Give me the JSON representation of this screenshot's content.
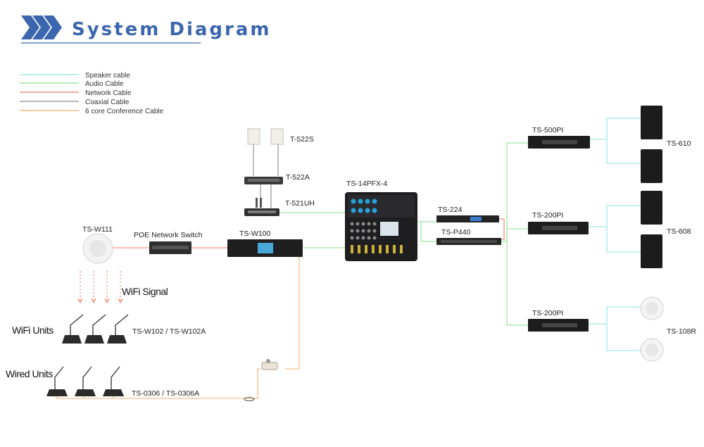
{
  "header": {
    "title": "System Diagram",
    "accent": "#3b66ad"
  },
  "legend": [
    {
      "label": "Speaker cable",
      "color": "#8fe3e3"
    },
    {
      "label": "Audio Cable",
      "color": "#8be08b"
    },
    {
      "label": "Network Cable",
      "color": "#ef7a6a"
    },
    {
      "label": "Coaxial Cable",
      "color": "#8a8a8a"
    },
    {
      "label": "6 core Conference Cable",
      "color": "#f5b070"
    }
  ],
  "devices": {
    "t522s": "T-522S",
    "t522a": "T-522A",
    "t521uh": "T-521UH",
    "ts14pfx": "TS-14PFX-4",
    "tsw111": "TS-W111",
    "poe": "POE Network Switch",
    "tsw100": "TS-W100",
    "ts224": "TS-224",
    "tsp440": "TS-P440",
    "ts500pi": "TS-500PI",
    "ts200pi_1": "TS-200PI",
    "ts200pi_2": "TS-200PI",
    "ts610": "TS-610",
    "ts608": "TS-608",
    "ts108r": "TS-108R",
    "wifi_signal": "WiFi Signal",
    "wifi_units": "WiFi Units",
    "wifi_units_model": "TS-W102 / TS-W102A",
    "wired_units": "Wired Units",
    "wired_units_model": "TS-0306 / TS-0306A"
  }
}
